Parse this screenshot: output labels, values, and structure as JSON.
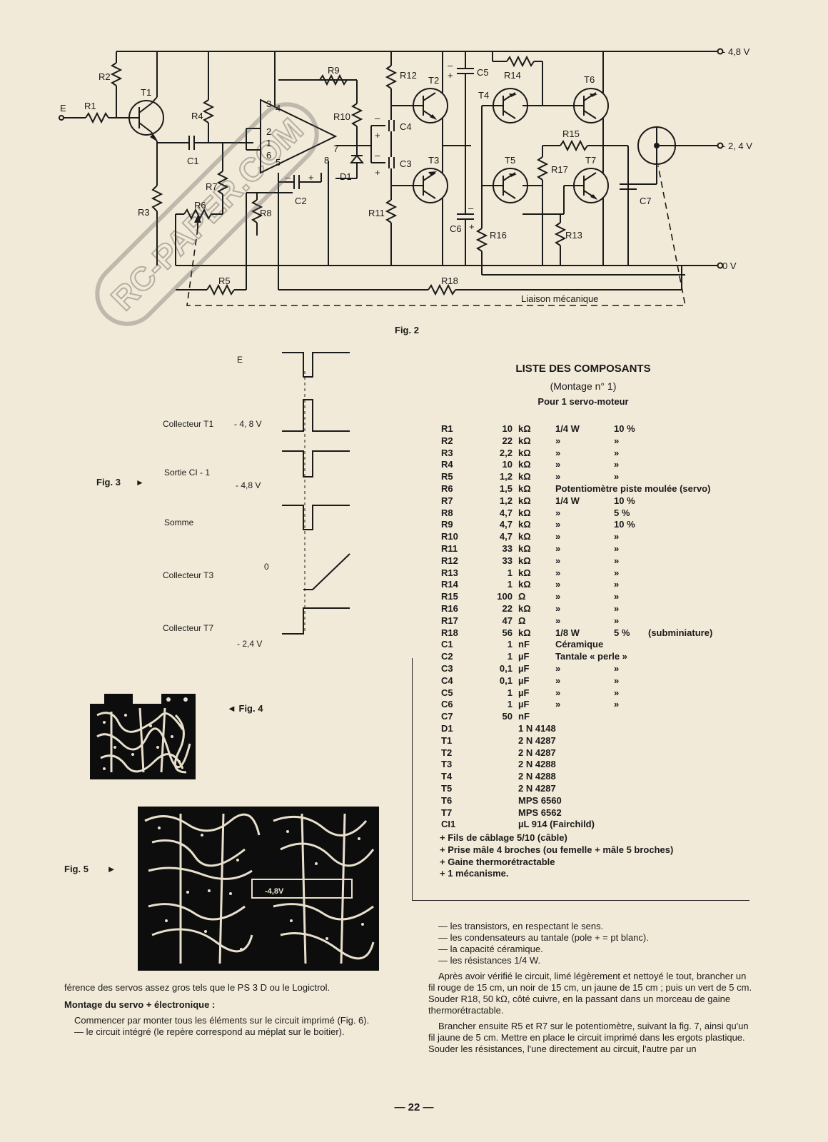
{
  "fig2": {
    "caption": "Fig. 2",
    "labels": {
      "E": "E",
      "R1": "R1",
      "R2": "R2",
      "R3": "R3",
      "R4": "R4",
      "R5": "R5",
      "R6": "R6",
      "R7": "R7",
      "R8": "R8",
      "R9": "R9",
      "R10": "R10",
      "R11": "R11",
      "R12": "R12",
      "R13": "R13",
      "R14": "R14",
      "R15": "R15",
      "R16": "R16",
      "R17": "R17",
      "R18": "R18",
      "C1": "C1",
      "C2": "C2",
      "C3": "C3",
      "C4": "C4",
      "C5": "C5",
      "C6": "C6",
      "C7": "C7",
      "D1": "D1",
      "T1": "T1",
      "T2": "T2",
      "T3": "T3",
      "T4": "T4",
      "T5": "T5",
      "T6": "T6",
      "T7": "T7",
      "pin1": "1",
      "pin2": "2",
      "pin3": "3",
      "pin4": "4",
      "pin5": "5",
      "pin6": "6",
      "pin7": "7",
      "pin8": "8",
      "plus": "+",
      "minus": "–",
      "v_neg48": "- 4,8 V",
      "v_neg24": "- 2, 4 V",
      "v_0": "0 V",
      "mech_link": "Liaison mécanique"
    },
    "watermark": "RC-PAPER.COM"
  },
  "fig3": {
    "caption": "Fig. 3",
    "arrow": "►",
    "labels": {
      "E": "E",
      "collector_t1": "Collecteur T1",
      "v1": "- 4, 8 V",
      "sortie": "Sortie  CI - 1",
      "v2": "- 4,8 V",
      "somme": "Somme",
      "zero": "0",
      "collector_t3": "Collecteur T3",
      "collector_t7": "Collecteur T7",
      "v3": "- 2,4 V"
    }
  },
  "fig4": {
    "caption": "Fig. 4",
    "arrow": "◄"
  },
  "fig5": {
    "caption": "Fig. 5",
    "arrow": "►",
    "board_label": "-4,8V"
  },
  "parts": {
    "title": "LISTE DES COMPOSANTS",
    "subtitle": "(Montage n° 1)",
    "subtitle2": "Pour 1 servo-moteur",
    "rows": [
      {
        "ref": "R1",
        "val": "10",
        "unit": "kΩ",
        "p": "1/4 W",
        "tol": "10 %",
        "note": ""
      },
      {
        "ref": "R2",
        "val": "22",
        "unit": "kΩ",
        "p": "»",
        "tol": "»",
        "note": ""
      },
      {
        "ref": "R3",
        "val": "2,2",
        "unit": "kΩ",
        "p": "»",
        "tol": "»",
        "note": ""
      },
      {
        "ref": "R4",
        "val": "10",
        "unit": "kΩ",
        "p": "»",
        "tol": "»",
        "note": ""
      },
      {
        "ref": "R5",
        "val": "1,2",
        "unit": "kΩ",
        "p": "»",
        "tol": "»",
        "note": ""
      },
      {
        "ref": "R6",
        "val": "1,5",
        "unit": "kΩ",
        "p": "Potentiomètre piste moulée (servo)",
        "tol": "",
        "note": ""
      },
      {
        "ref": "R7",
        "val": "1,2",
        "unit": "kΩ",
        "p": "1/4 W",
        "tol": "10 %",
        "note": ""
      },
      {
        "ref": "R8",
        "val": "4,7",
        "unit": "kΩ",
        "p": "»",
        "tol": "5 %",
        "note": ""
      },
      {
        "ref": "R9",
        "val": "4,7",
        "unit": "kΩ",
        "p": "»",
        "tol": "10 %",
        "note": ""
      },
      {
        "ref": "R10",
        "val": "4,7",
        "unit": "kΩ",
        "p": "»",
        "tol": "»",
        "note": ""
      },
      {
        "ref": "R11",
        "val": "33",
        "unit": "kΩ",
        "p": "»",
        "tol": "»",
        "note": ""
      },
      {
        "ref": "R12",
        "val": "33",
        "unit": "kΩ",
        "p": "»",
        "tol": "»",
        "note": ""
      },
      {
        "ref": "R13",
        "val": "1",
        "unit": "kΩ",
        "p": "»",
        "tol": "»",
        "note": ""
      },
      {
        "ref": "R14",
        "val": "1",
        "unit": "kΩ",
        "p": "»",
        "tol": "»",
        "note": ""
      },
      {
        "ref": "R15",
        "val": "100",
        "unit": "Ω",
        "p": "»",
        "tol": "»",
        "note": ""
      },
      {
        "ref": "R16",
        "val": "22",
        "unit": "kΩ",
        "p": "»",
        "tol": "»",
        "note": ""
      },
      {
        "ref": "R17",
        "val": "47",
        "unit": "Ω",
        "p": "»",
        "tol": "»",
        "note": ""
      },
      {
        "ref": "R18",
        "val": "56",
        "unit": "kΩ",
        "p": "1/8 W",
        "tol": "5 %",
        "note": "(subminiature)"
      },
      {
        "ref": "C1",
        "val": "1",
        "unit": "nF",
        "p": "Céramique",
        "tol": "",
        "note": ""
      },
      {
        "ref": "C2",
        "val": "1",
        "unit": "µF",
        "p": "Tantale « perle »",
        "tol": "",
        "note": ""
      },
      {
        "ref": "C3",
        "val": "0,1",
        "unit": "µF",
        "p": "»",
        "tol": "»",
        "note": ""
      },
      {
        "ref": "C4",
        "val": "0,1",
        "unit": "µF",
        "p": "»",
        "tol": "»",
        "note": ""
      },
      {
        "ref": "C5",
        "val": "1",
        "unit": "µF",
        "p": "»",
        "tol": "»",
        "note": ""
      },
      {
        "ref": "C6",
        "val": "1",
        "unit": "µF",
        "p": "»",
        "tol": "»",
        "note": ""
      },
      {
        "ref": "C7",
        "val": "50",
        "unit": "nF",
        "p": "",
        "tol": "",
        "note": ""
      },
      {
        "ref": "D1",
        "val": "",
        "unit": "1 N 4148",
        "p": "",
        "tol": "",
        "note": ""
      },
      {
        "ref": "T1",
        "val": "",
        "unit": "2 N 4287",
        "p": "",
        "tol": "",
        "note": ""
      },
      {
        "ref": "T2",
        "val": "",
        "unit": "2 N 4287",
        "p": "",
        "tol": "",
        "note": ""
      },
      {
        "ref": "T3",
        "val": "",
        "unit": "2 N 4288",
        "p": "",
        "tol": "",
        "note": ""
      },
      {
        "ref": "T4",
        "val": "",
        "unit": "2 N 4288",
        "p": "",
        "tol": "",
        "note": ""
      },
      {
        "ref": "T5",
        "val": "",
        "unit": "2 N 4287",
        "p": "",
        "tol": "",
        "note": ""
      },
      {
        "ref": "T6",
        "val": "",
        "unit": "MPS 6560",
        "p": "",
        "tol": "",
        "note": ""
      },
      {
        "ref": "T7",
        "val": "",
        "unit": "MPS 6562",
        "p": "",
        "tol": "",
        "note": ""
      },
      {
        "ref": "CI1",
        "val": "",
        "unit": "µL 914 (Fairchild)",
        "p": "",
        "tol": "",
        "note": ""
      }
    ],
    "extras": [
      "+  Fils de câblage 5/10 (câble)",
      "+  Prise mâle 4 broches (ou femelle + mâle 5 broches)",
      "+  Gaine thermorétractable",
      "+  1 mécanisme."
    ]
  },
  "left_text": {
    "p1": "férence des servos assez gros tels que le PS 3 D ou le Logictrol.",
    "heading": "Montage du servo + électronique :",
    "p2": "Commencer par monter tous les éléments sur le circuit imprimé (Fig. 6).",
    "p3": "— le circuit intégré (le repère correspond au méplat sur le boitier)."
  },
  "right_text": {
    "l1": "— les transistors, en respectant le sens.",
    "l2": "— les condensateurs au tantale (pole + = pt blanc).",
    "l3": "— la capacité céramique.",
    "l4": "— les résistances 1/4 W.",
    "p1": "Après avoir vérifié le circuit, limé légèrement et nettoyé le tout, brancher un fil rouge de 15 cm, un noir de 15 cm, un jaune de 15 cm ; puis un vert de 5 cm. Souder R18, 50 kΩ, côté cuivre, en la passant dans un morceau de gaine thermorétractable.",
    "p2": "Brancher ensuite R5 et R7 sur le potentiomètre, suivant la fig. 7, ainsi qu'un fil jaune de 5 cm. Mettre en place le circuit imprimé dans les ergots plastique. Souder les résistances, l'une directement au circuit, l'autre par un"
  },
  "page_number": "— 22 —"
}
